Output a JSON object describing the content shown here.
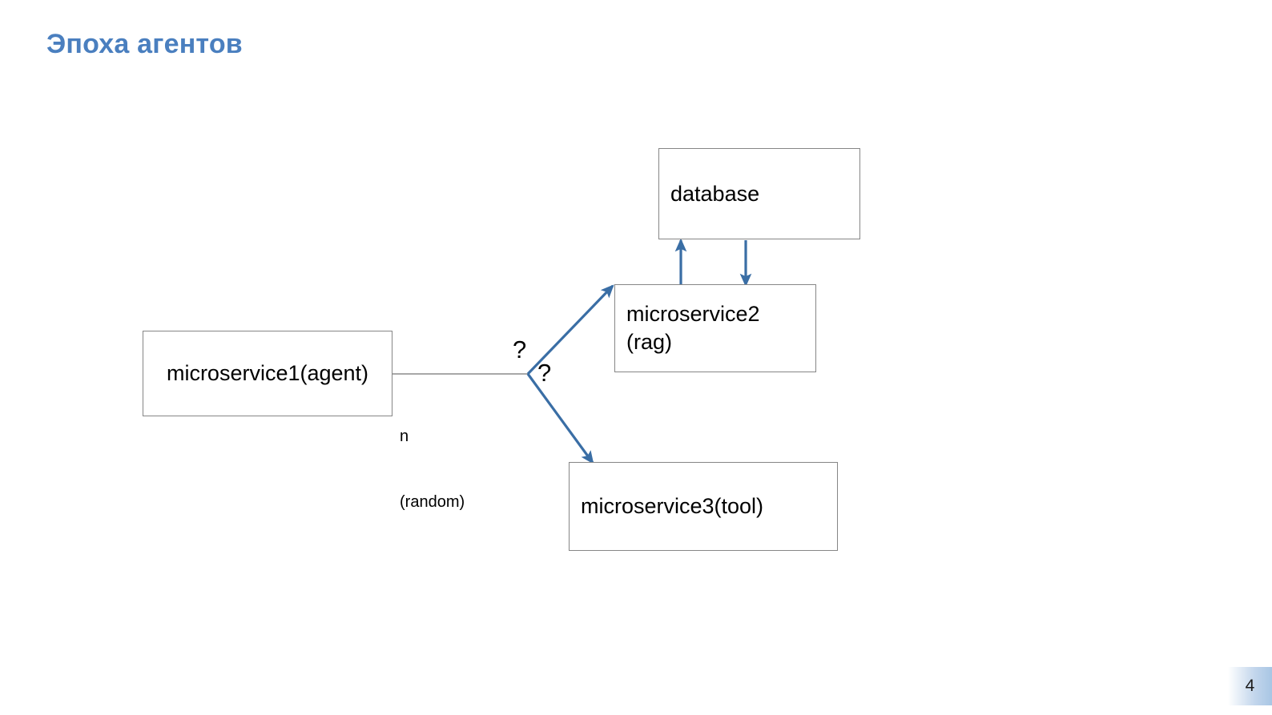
{
  "slide": {
    "title": "Эпоха агентов",
    "title_color": "#4a7fbf",
    "background_color": "#ffffff",
    "page_number": "4"
  },
  "diagram": {
    "edge_color": "#3a6ea5",
    "box_border_color": "#868686",
    "plain_line_color": "#8b8b8b",
    "nodes": [
      {
        "id": "database",
        "label": "database",
        "sublabel": ""
      },
      {
        "id": "microservice2",
        "label": "microservice2",
        "sublabel": "(rag)"
      },
      {
        "id": "microservice1",
        "label": "microservice1(agent)",
        "sublabel": ""
      },
      {
        "id": "microservice3",
        "label": "microservice3(tool)",
        "sublabel": ""
      }
    ],
    "edge_labels": {
      "fanout_count": "n",
      "fanout_mode": "(random)",
      "branch_upper": "?",
      "branch_lower": "?"
    }
  }
}
